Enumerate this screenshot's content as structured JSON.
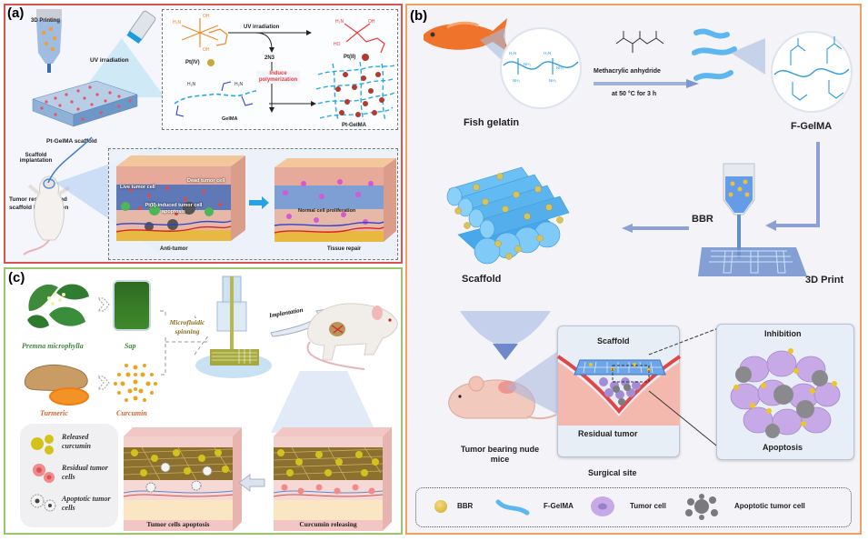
{
  "figure": {
    "panel_a": {
      "label": "(a)",
      "texts": {
        "printing": "3D Printing",
        "uv": "UV irradiation",
        "scaffold": "Pt-GelMA scaffold",
        "implant": "Scaffold implantation",
        "resection": "Tumor resection and scaffold implantation"
      },
      "reaction": {
        "pt4": "Pt(IV)",
        "pt2": "Pt(II)",
        "uv": "UV irradiation",
        "n3": "2N3",
        "induce": "Induce polymerization",
        "gelma": "GelMA",
        "product": "Pt-GelMA"
      },
      "tissue": {
        "live": "Live tumor cell",
        "dead": "Dead tumor cell",
        "pt_induced": "Pt(II)-induced tumor cell apoptosis",
        "normal": "Normal cell proliferation",
        "anti_tumor": "Anti-tumor",
        "repair": "Tissue repair"
      }
    },
    "panel_b": {
      "label": "(b)",
      "fish": "Fish gelatin",
      "reagent": "Methacrylic anhydride",
      "condition": "at 50 °C for 3 h",
      "fgelma": "F-GelMA",
      "bbr": "BBR",
      "print": "3D Print",
      "scaffold": "Scaffold",
      "mice": "Tumor bearing nude mice",
      "site_scaffold": "Scaffold",
      "residual": "Residual tumor",
      "surgical": "Surgical site",
      "inhibition": "Inhibition",
      "apoptosis": "Apoptosis",
      "legend": [
        "BBR",
        "F-GelMA",
        "Tumor cell",
        "Apoptotic tumor cell"
      ]
    },
    "panel_c": {
      "label": "(c)",
      "plant": "Premna microphylla",
      "sap": "Sap",
      "turmeric": "Turmeric",
      "curcumin": "Curcumin",
      "spinning": "Microfluidic spinning",
      "implantation": "Implantation",
      "legend": [
        "Released curcumin",
        "Residual tumor cells",
        "Apoptotic tumor cells"
      ],
      "apoptosis": "Tumor cells apoptosis",
      "releasing": "Curcumin releasing"
    },
    "colors": {
      "panel_a_border": "#d9534f",
      "panel_b_border": "#f0a060",
      "panel_c_border": "#9bc56a",
      "pt4": "#f08a24",
      "pt2": "#e8383d",
      "gelma": "#2aa9e0",
      "bbr": "#e3c04a"
    }
  }
}
